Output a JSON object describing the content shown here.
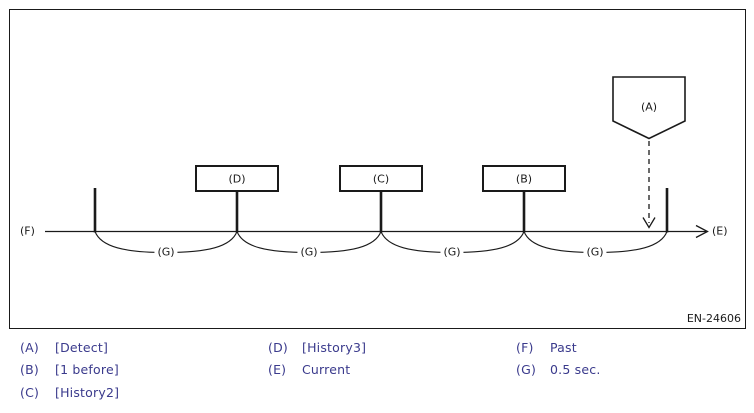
{
  "figure": {
    "code": "EN-24606"
  },
  "diagram": {
    "flag_label": "(A)",
    "boxes": [
      {
        "label": "(D)"
      },
      {
        "label": "(C)"
      },
      {
        "label": "(B)"
      }
    ],
    "past_label": "(F)",
    "current_label": "(E)",
    "interval_label": "(G)"
  },
  "legend": {
    "items": [
      {
        "key": "(A)",
        "value": "[Detect]"
      },
      {
        "key": "(B)",
        "value": "[1 before]"
      },
      {
        "key": "(C)",
        "value": "[History2]"
      },
      {
        "key": "(D)",
        "value": "[History3]"
      },
      {
        "key": "(E)",
        "value": "Current"
      },
      {
        "key": "(F)",
        "value": "Past"
      },
      {
        "key": "(G)",
        "value": "0.5 sec."
      }
    ]
  },
  "colors": {
    "line": "#1a1a1a",
    "legend_text": "#3a3a8c",
    "background": "#ffffff"
  }
}
